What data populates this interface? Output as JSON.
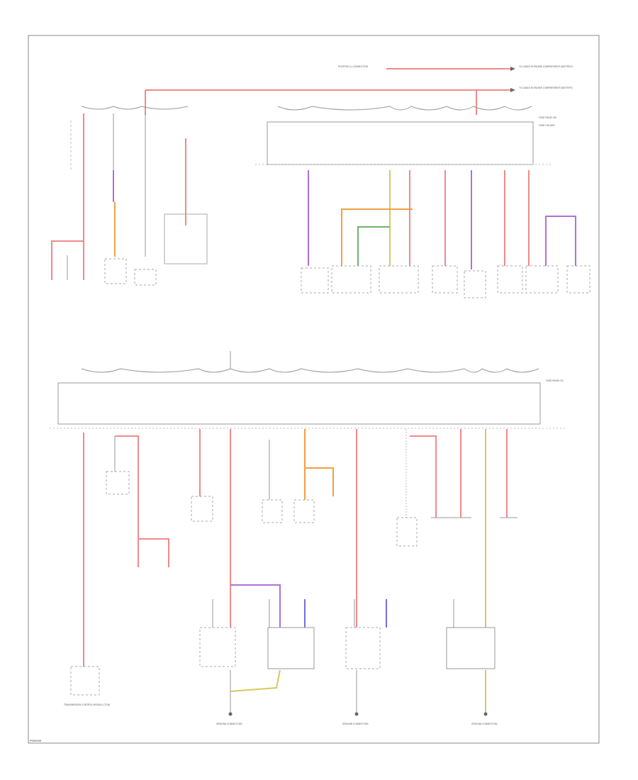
{
  "diagram": {
    "frame_id": "P000009",
    "top_right_labels": [
      "TO CABLE IN ENGINE COMPARTMENT (BATTERY)",
      "TO CABLE IN ENGINE COMPARTMENT (BATTERY)"
    ],
    "top_left_source": "POSITIVE (+) CONNECTION",
    "upper_fuse_label": "FUSE PANEL SB",
    "lower_fuse_label": "FUSE PANEL SC",
    "fuse_holder_label": "FUSE HOLDER",
    "ground_labels": [
      "GROUND CONNECTION",
      "GROUND CONNECTION",
      "GROUND CONNECTION"
    ],
    "transmission_label": "TRANSMISSION CONTROL MODULE (TCM)",
    "circuit_colors": {
      "red": "#f08a8a",
      "violet": "#b070d8",
      "orange": "#f0a040",
      "yellow": "#d8c860",
      "green": "#70b070",
      "blue": "#7070e0",
      "frame": "#888888",
      "wire_gray": "#999999"
    }
  }
}
